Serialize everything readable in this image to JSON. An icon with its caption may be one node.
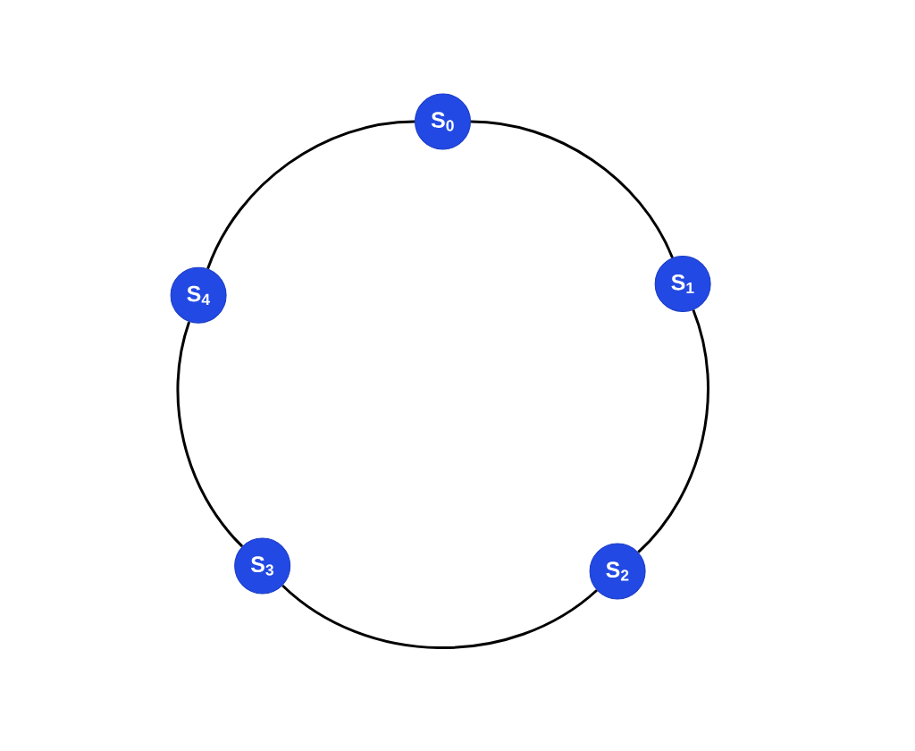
{
  "diagram": {
    "nodes": [
      {
        "text": [
          "S$_{0}$"
        ]
      },
      {
        "text": [
          "S$_{1}$"
        ]
      },
      {
        "text": [
          "S$_{2}$"
        ]
      },
      {
        "text": [
          "S$_{3}$"
        ]
      },
      {
        "text": [
          "S$_{4}$"
        ]
      }
    ],
    "edges": [
      {
        "from": 0,
        "to": 1,
        "arrow": "none"
      },
      {
        "from": 1,
        "to": 2,
        "arrow": "none"
      },
      {
        "from": 2,
        "to": 3,
        "arrow": "none"
      },
      {
        "from": 3,
        "to": 4,
        "arrow": "none"
      },
      {
        "from": 4,
        "to": 0,
        "arrow": "none"
      }
    ]
  }
}
